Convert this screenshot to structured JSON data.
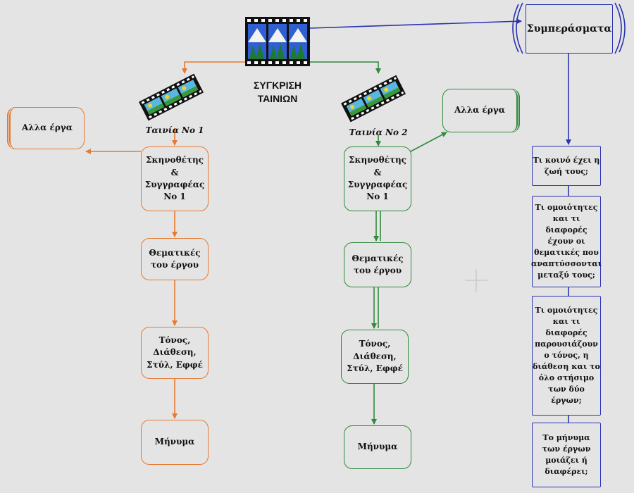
{
  "colors": {
    "film1": "#e67a33",
    "film2": "#2f8a3c",
    "conclusions": "#2a33b0",
    "background": "#e4e4e4"
  },
  "icons": {
    "comparison": "landscape-film-strip-icon",
    "film": "film-strip-icon"
  },
  "center": {
    "title": "ΣΥΓΚΡΙΣΗ\nΤΑΙΝΙΩΝ"
  },
  "film1": {
    "caption": "Ταινία Νο 1",
    "other_works": "Αλλα έργα",
    "director": "Σκηνοθέτης\n&\nΣυγγραφέας\nΝο 1",
    "themes": "Θεματικές\nτου έργου",
    "tone": "Τόνος,\nΔιάθεση,\nΣτύλ, Εφφέ",
    "message": "Μήνυμα"
  },
  "film2": {
    "caption": "Ταινία Νο 2",
    "other_works": "Αλλα έργα",
    "director": "Σκηνοθέτης\n&\nΣυγγραφέας\nΝο 1",
    "themes": "Θεματικές\nτου έργου",
    "tone": "Τόνος,\nΔιάθεση,\nΣτύλ, Εφφέ",
    "message": "Μήνυμα"
  },
  "conclusions": {
    "title": "Συμπεράσματα",
    "questions": [
      "Τι κοινό έχει η\nζωή τους;",
      "Τι ομοιότητες\nκαι τι διαφορές\nέχουν οι\nθεματικές που\nαναπτύσσονται\nμεταξύ τους;",
      "Τι ομοιότητες\nκαι τι διαφορές\nπαρουσιάζουν\nο τόνος, η\nδιάθεση και το\nόλο στήσιμο\nτων δύο έργων;",
      "Το μήνυμα\nτων έργων\nμοιάζει ή\nδιαφέρει;"
    ]
  }
}
